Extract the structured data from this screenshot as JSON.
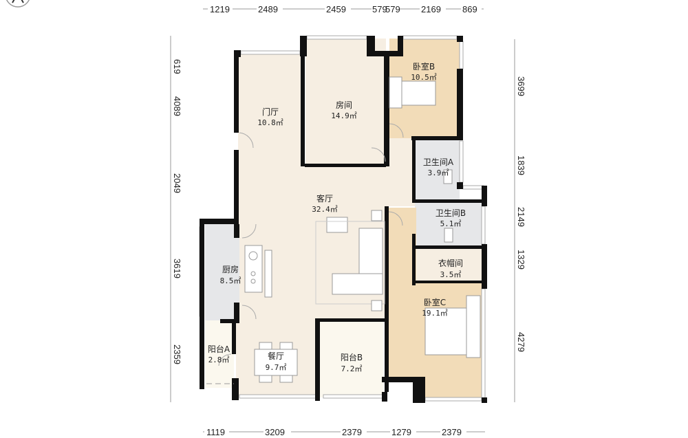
{
  "plan": {
    "colors": {
      "living": "#f6eee2",
      "bedroom": "#f2dcb8",
      "wet": "#e6e7e9",
      "balcony": "#fbf8ee",
      "wall": "#111111"
    },
    "dimensions": {
      "top": [
        "1219",
        "2489",
        "2459",
        "579",
        "579",
        "2169",
        "869"
      ],
      "bottom": [
        "1119",
        "3209",
        "2379",
        "1279",
        "2379"
      ],
      "left": [
        "619",
        "4089",
        "2049",
        "3619",
        "2359"
      ],
      "right": [
        "3699",
        "1839",
        "2149",
        "1329",
        "4279"
      ]
    },
    "rooms": {
      "foyer": {
        "name": "门厅",
        "area": "10.8㎡"
      },
      "room": {
        "name": "房间",
        "area": "14.9㎡"
      },
      "bedroom_b": {
        "name": "卧室B",
        "area": "10.5㎡"
      },
      "bath_a": {
        "name": "卫生间A",
        "area": "3.9㎡"
      },
      "living": {
        "name": "客厅",
        "area": "32.4㎡"
      },
      "bath_b": {
        "name": "卫生间B",
        "area": "5.1㎡"
      },
      "kitchen": {
        "name": "厨房",
        "area": "8.5㎡"
      },
      "closet": {
        "name": "衣帽间",
        "area": "3.5㎡"
      },
      "bedroom_c": {
        "name": "卧室C",
        "area": "19.1㎡"
      },
      "balcony_a": {
        "name": "阳台A",
        "area": "2.8㎡"
      },
      "dining": {
        "name": "餐厅",
        "area": "9.7㎡"
      },
      "balcony_b": {
        "name": "阳台B",
        "area": "7.2㎡"
      }
    }
  }
}
